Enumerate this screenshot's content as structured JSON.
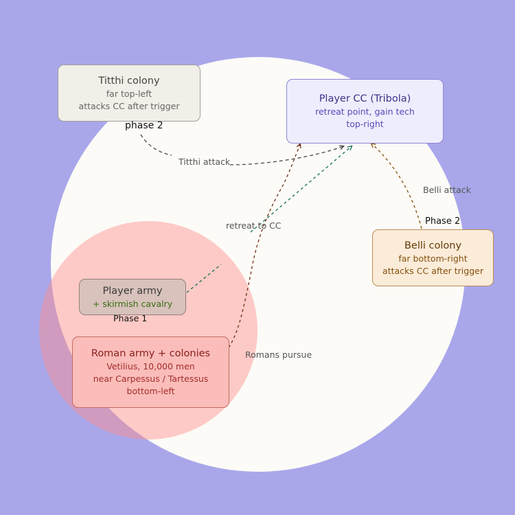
{
  "nodes": {
    "titthi": {
      "title": "Titthi colony",
      "lines": [
        "far top-left",
        "attacks CC after trigger"
      ]
    },
    "cc": {
      "title": "Player CC (Tribola)",
      "lines": [
        "retreat point, gain tech",
        "top-right"
      ]
    },
    "belli": {
      "title": "Belli colony",
      "lines": [
        "far bottom-right",
        "attacks CC after trigger"
      ]
    },
    "player": {
      "title": "Player army",
      "lines": [
        "+ skirmish cavalry"
      ]
    },
    "roman": {
      "title": "Roman army + colonies",
      "lines": [
        "Vetilius, 10,000 men",
        "near Carpessus / Tartessus",
        "bottom-left"
      ]
    }
  },
  "edges": {
    "titthi_attack": "Titthi attack",
    "retreat": "retreat to CC",
    "belli_attack": "Belli attack",
    "romans_pursue": "Romans pursue"
  },
  "phases": {
    "titthi": "phase 2",
    "belli": "Phase 2",
    "player": "Phase 1"
  },
  "colors": {
    "background": "#a9a7ea",
    "zone_main": "#fcfbf7",
    "zone_roman": "#ffc9c8",
    "arrow_titthi": "#444444",
    "arrow_retreat": "#0f6e56",
    "arrow_belli": "#854f0b",
    "arrow_romans": "#712b13"
  }
}
